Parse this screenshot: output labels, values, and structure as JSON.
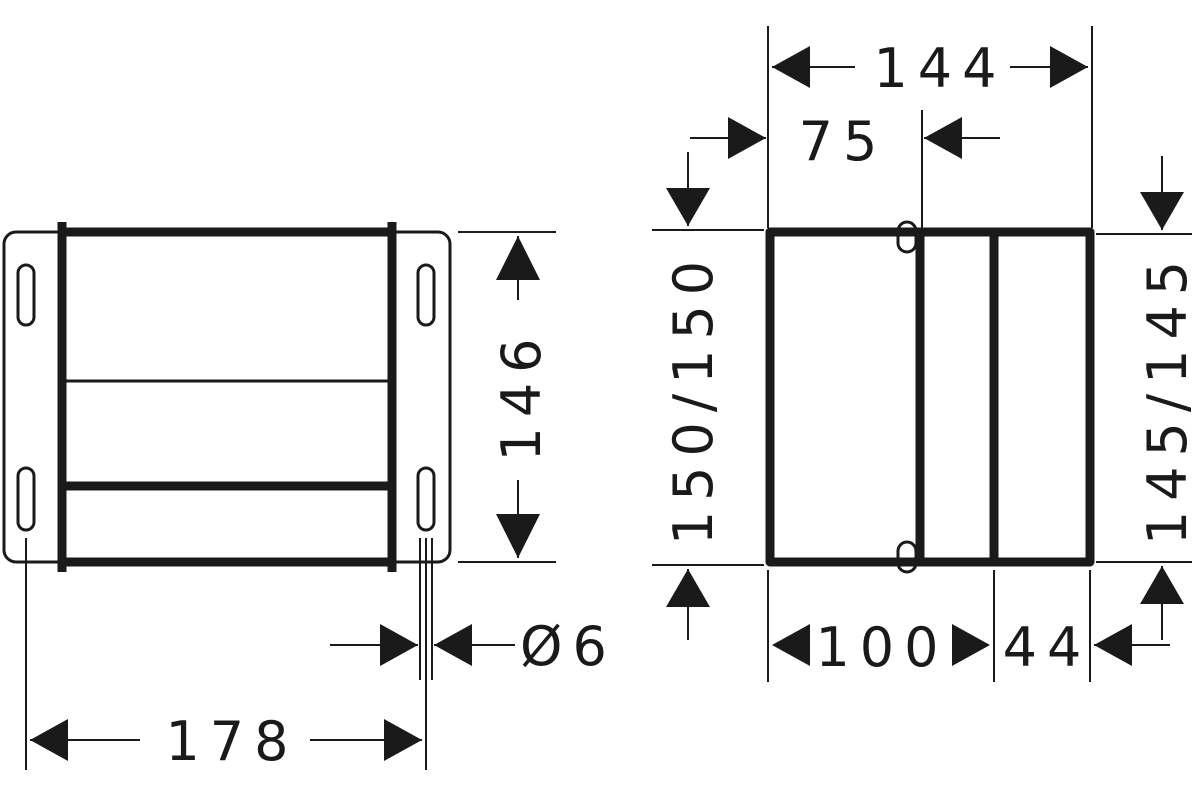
{
  "front_view": {
    "width_label": "178",
    "height_label": "146",
    "hole_label": "Ø6"
  },
  "side_view": {
    "total_depth_label": "144",
    "offset_label": "75",
    "body_depth_label": "100",
    "extension_label": "44",
    "left_height_label": "150/150",
    "right_height_label": "145/145"
  }
}
